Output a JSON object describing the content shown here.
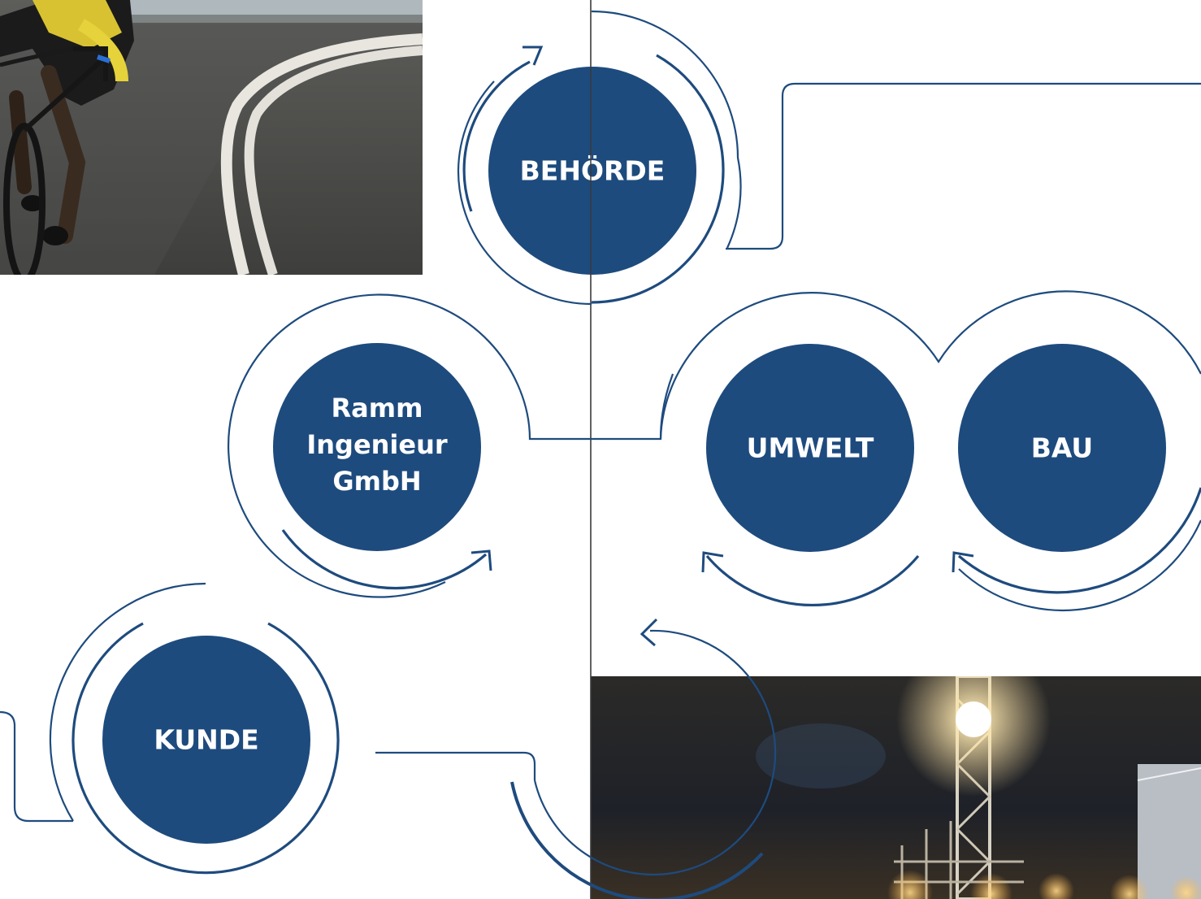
{
  "diagram": {
    "nodes": {
      "behoerde": {
        "label": "BEHÖRDE"
      },
      "ramm": {
        "label_lines": [
          "Ramm",
          "Ingenieur",
          "GmbH"
        ]
      },
      "umwelt": {
        "label": "UMWELT"
      },
      "bau": {
        "label": "BAU"
      },
      "kunde": {
        "label": "KUNDE"
      }
    },
    "photos": {
      "cyclist": {
        "subject": "road-cyclist-photo"
      },
      "construction": {
        "subject": "night-construction-site-photo"
      }
    }
  },
  "colors": {
    "node_fill": "#1e4b7e",
    "ring_stroke": "#1e4b7e",
    "divider": "#3a3a3a",
    "background": "#ffffff"
  }
}
